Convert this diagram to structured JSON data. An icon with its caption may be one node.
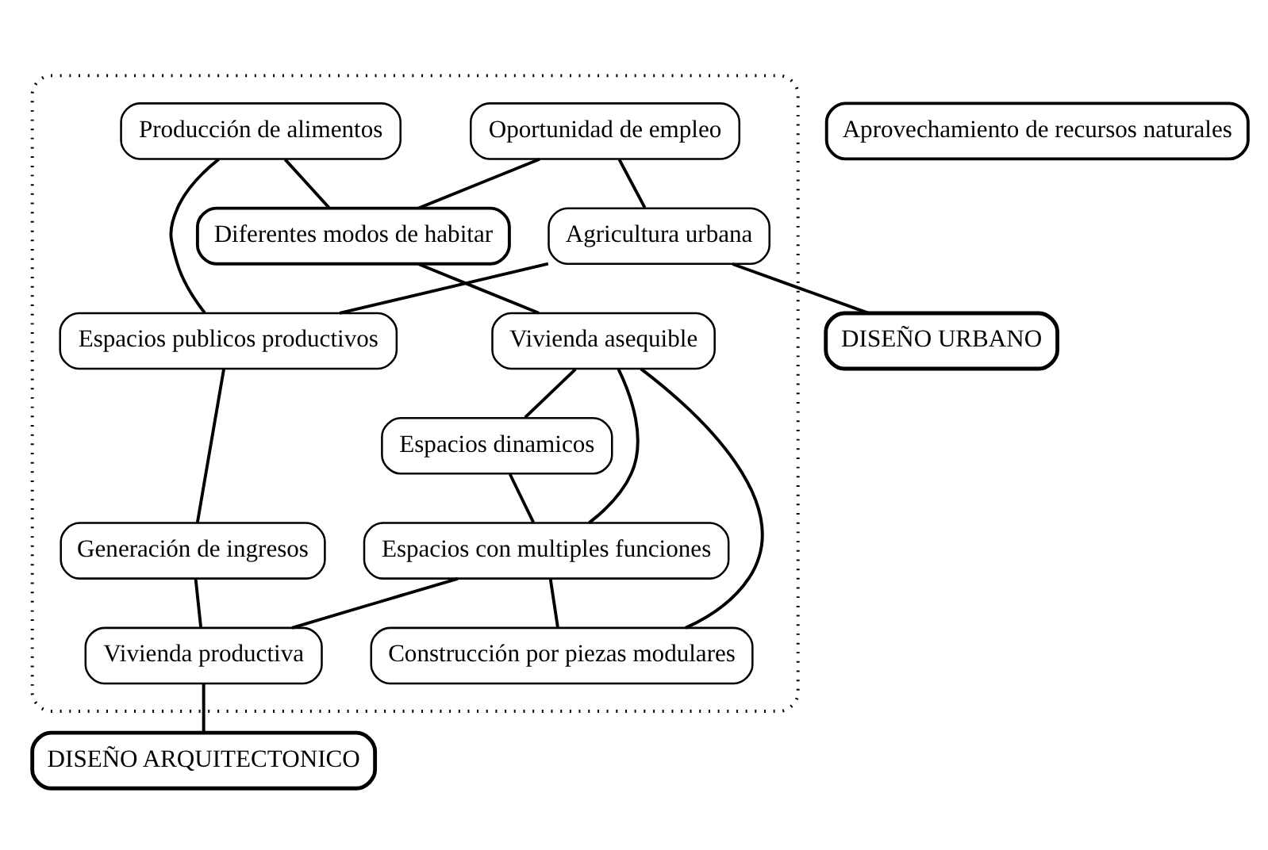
{
  "diagram": {
    "nodes": [
      {
        "text": [],
        "shape": "box"
      },
      {
        "text": [
          "Oportunidad de empleo"
        ],
        "in": 0
      },
      {
        "text": [
          "Agricultura urbana"
        ],
        "in": 0
      },
      {
        "text": [
          "DISEÑO URBANO"
        ]
      },
      {
        "text": [
          "Producción de alimentos"
        ],
        "in": 0
      },
      {
        "text": [
          "Espacios publicos productivos"
        ],
        "in": 0
      },
      {
        "text": [
          "Diferentes modos de habitar"
        ],
        "in": 0
      },
      {
        "text": [
          "Generación de ingresos"
        ],
        "in": 0
      },
      {
        "text": [
          "Aprovechamiento de recursos naturales"
        ]
      },
      {
        "text": [
          "DISEÑO ARQUITECTONICO"
        ]
      },
      {
        "text": [
          "Espacios dinamicos"
        ],
        "in": 0
      },
      {
        "text": [
          "Vivienda asequible"
        ],
        "in": 0
      },
      {
        "text": [
          "Espacios con multiples funciones"
        ],
        "in": 0
      },
      {
        "text": [
          "Vivienda productiva"
        ],
        "in": 0
      },
      {
        "text": [
          "Construcción por piezas modulares"
        ],
        "in": 0
      }
    ],
    "edges": [
      {
        "from": 1,
        "to": 2,
        "arrow": "none"
      },
      {
        "from": 2,
        "to": 3,
        "arrow": "none"
      },
      {
        "from": 2,
        "to": 5,
        "arrow": "none"
      },
      {
        "from": 4,
        "to": 5,
        "arrow": "none"
      },
      {
        "from": 1,
        "to": 6,
        "arrow": "none"
      },
      {
        "from": 4,
        "to": 6,
        "arrow": "none"
      },
      {
        "from": 5,
        "to": 7,
        "arrow": "none"
      },
      {
        "from": 6,
        "to": 11,
        "arrow": "none"
      },
      {
        "from": 7,
        "to": 13,
        "arrow": "none"
      },
      {
        "from": 11,
        "to": 10,
        "arrow": "none"
      },
      {
        "from": 10,
        "to": 12,
        "arrow": "none"
      },
      {
        "from": 11,
        "to": 12,
        "arrow": "none"
      },
      {
        "from": 12,
        "to": 13,
        "arrow": "none"
      },
      {
        "from": 12,
        "to": 14,
        "arrow": "none"
      },
      {
        "from": 11,
        "to": 14,
        "arrow": "none"
      },
      {
        "from": 13,
        "to": 9,
        "arrow": "none"
      }
    ]
  }
}
